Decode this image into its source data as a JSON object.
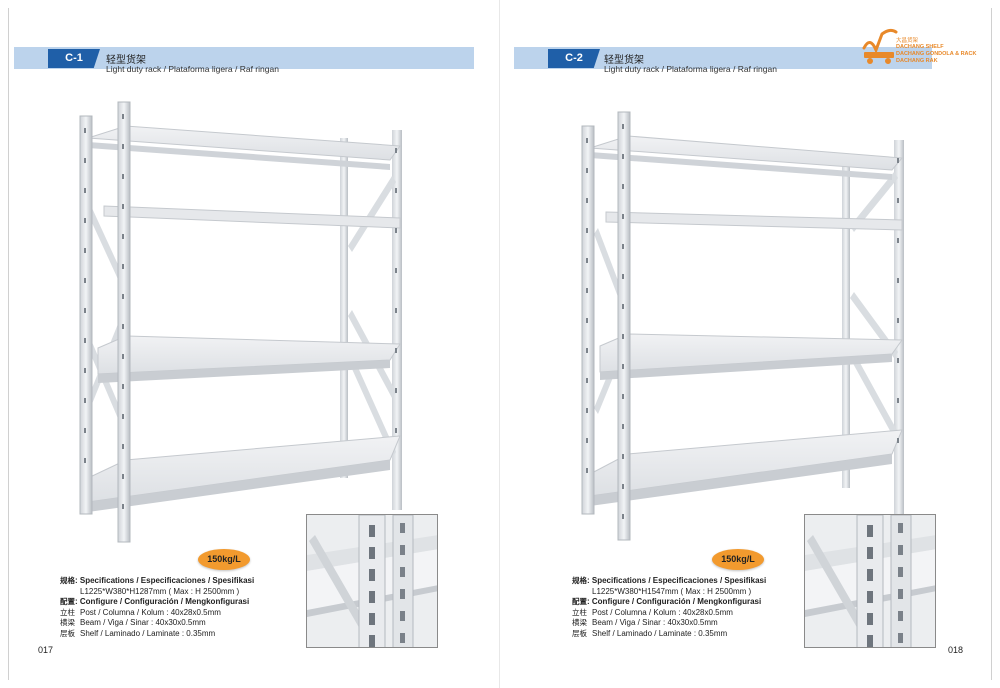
{
  "left": {
    "code": "C-1",
    "title_cn": "轻型货架",
    "title_sub": "Light duty rack / Plataforma ligera / Raf ringan",
    "badge": "150kg/L",
    "spec": {
      "spec_label_cn": "规格",
      "spec_label": ": Specifications / Especificaciones / Spesifikasi",
      "dimensions": "L1225*W380*H1287mm ( Max : H 2500mm )",
      "configure_label_cn": "配置",
      "configure_label": ": Configure / Configuración / Mengkonfigurasi",
      "post_cn": "立柱",
      "post": "Post / Columna / Kolum : 40x28x0.5mm",
      "beam_cn": "横梁",
      "beam": "Beam / Viga / Sinar : 40x30x0.5mm",
      "shelf_cn": "层板",
      "shelf": "Shelf / Laminado / Laminate : 0.35mm"
    },
    "page_number": "017"
  },
  "right": {
    "code": "C-2",
    "title_cn": "轻型货架",
    "title_sub": "Light duty rack / Plataforma ligera / Raf ringan",
    "badge": "150kg/L",
    "spec": {
      "spec_label_cn": "规格",
      "spec_label": ": Specifications / Especificaciones / Spesifikasi",
      "dimensions": "L1225*W380*H1547mm ( Max : H 2500mm )",
      "configure_label_cn": "配置",
      "configure_label": ": Configure / Configuración / Mengkonfigurasi",
      "post_cn": "立柱",
      "post": "Post / Columna / Kolum : 40x28x0.5mm",
      "beam_cn": "横梁",
      "beam": "Beam / Viga / Sinar : 40x30x0.5mm",
      "shelf_cn": "层板",
      "shelf": "Shelf / Laminado / Laminate : 0.35mm"
    },
    "page_number": "018"
  },
  "logo": {
    "name_cn": "大昌货架",
    "line1": "DACHANG SHELF",
    "line2": "DACHANG GONDOLA & RACK",
    "line3": "DACHANG RAK",
    "colors": {
      "brand": "#e8892a"
    }
  },
  "colors": {
    "header_tab": "#1f5fa8",
    "header_bar": "#bcd3ec",
    "badge": "#f29a2e"
  }
}
